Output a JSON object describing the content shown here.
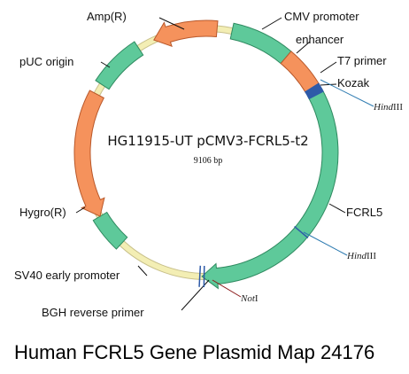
{
  "plasmid": {
    "name": "HG11915-UT pCMV3-FCRL5-t2",
    "size_label": "9106 bp",
    "colors": {
      "backbone": "#f3eeb4",
      "backbone_stroke": "#c8c08a",
      "promoter": "#5ec99a",
      "promoter_stroke": "#2f8a60",
      "resistance": "#f5925c",
      "resistance_stroke": "#b9582a",
      "kozak": "#2e5aa8",
      "hind_line": "#2c7ab0",
      "not_line": "#8b1a1a"
    },
    "features": [
      {
        "label": "CMV promoter"
      },
      {
        "label": "enhancer"
      },
      {
        "label": "T7 primer"
      },
      {
        "label": "Kozak"
      },
      {
        "label": "FCRL5"
      },
      {
        "label": "SV40 early promoter"
      },
      {
        "label": "Hygro(R)"
      },
      {
        "label": "pUC origin"
      },
      {
        "label": "Amp(R)"
      },
      {
        "label": "BGH reverse primer"
      }
    ],
    "sites": [
      {
        "name_italic": "Hind",
        "name_rest": "III"
      },
      {
        "name_italic": "Hind",
        "name_rest": "III"
      },
      {
        "name_italic": "Not",
        "name_rest": "I"
      }
    ]
  },
  "caption": "Human FCRL5 Gene Plasmid Map 24176"
}
